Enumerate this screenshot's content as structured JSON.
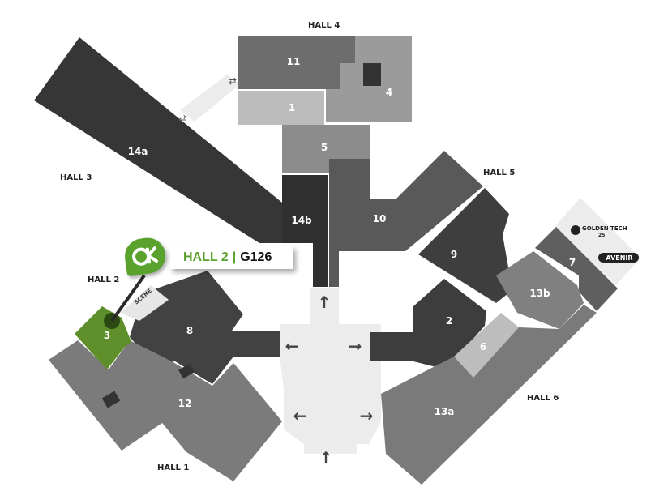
{
  "map": {
    "colors": {
      "selected": "#5f8f2a",
      "accent": "#5aa22e",
      "dark": "#3a3a3a",
      "mid": "#6b6b6b",
      "light": "#8a8a8a",
      "pale": "#b5b5b5",
      "corridor": "#ececec"
    },
    "halls": {
      "hall1": "HALL 1",
      "hall2": "HALL 2",
      "hall3": "HALL 3",
      "hall4": "HALL 4",
      "hall5": "HALL 5",
      "hall6": "HALL 6"
    },
    "zones": {
      "z1": "1",
      "z2": "2",
      "z3": "3",
      "z4": "4",
      "z5": "5",
      "z6": "6",
      "z7": "7",
      "z8": "8",
      "z9": "9",
      "z10": "10",
      "z11": "11",
      "z12": "12",
      "z13a": "13a",
      "z13b": "13b",
      "z14a": "14a",
      "z14b": "14b"
    },
    "brands": {
      "golden_tech": "GOLDEN TECH",
      "golden_tech_num": "25",
      "avenir": "AVENIR",
      "scene": "SCENE"
    },
    "callout": {
      "hall": "HALL 2",
      "separator": "|",
      "code": "G126",
      "icon": "location-badge-icon"
    }
  }
}
